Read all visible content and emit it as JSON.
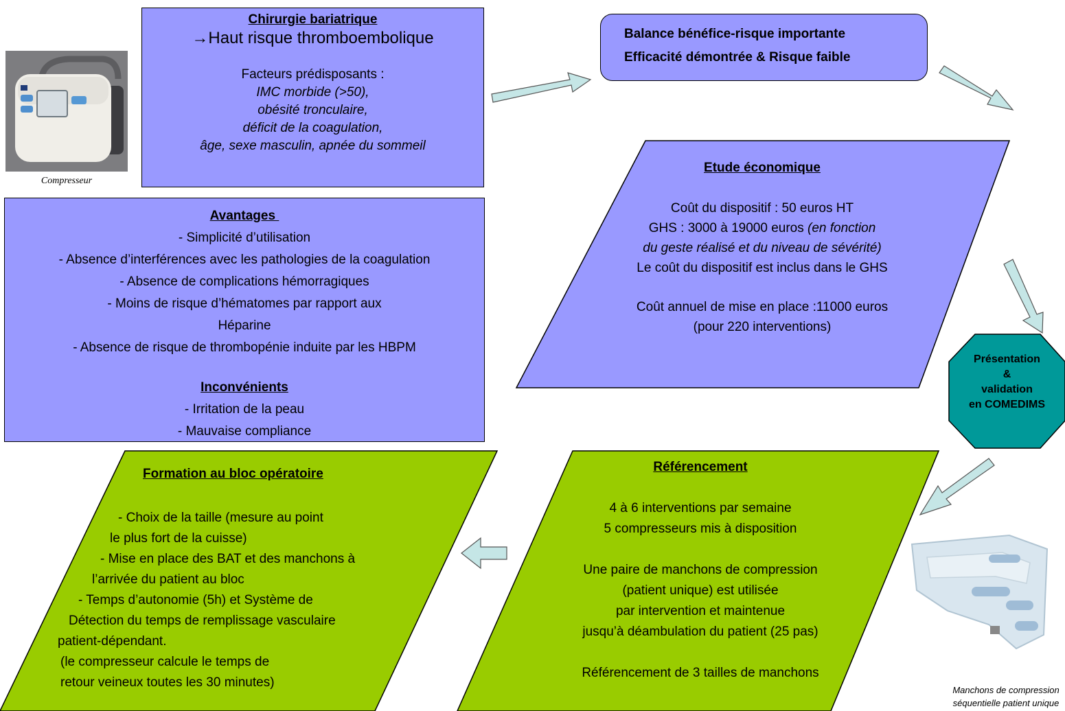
{
  "colors": {
    "blue": "#9999ff",
    "green": "#99cc00",
    "teal": "#009999",
    "arrow": "#c5e6e6"
  },
  "compressor": {
    "caption": "Compresseur"
  },
  "chirurgie": {
    "title": "Chirurgie bariatrique",
    "headline": "→Haut risque thromboembolique",
    "factors_label": "Facteurs prédisposants :",
    "factors": [
      "IMC morbide (>50),",
      "obésité tronculaire,",
      "déficit de la coagulation,",
      "âge, sexe masculin, apnée du sommeil"
    ]
  },
  "balance": {
    "line1": "Balance bénéfice-risque importante",
    "line2": "Efficacité démontrée & Risque faible"
  },
  "avantages": {
    "title": "Avantages ",
    "items": [
      "- Simplicité d’utilisation",
      "- Absence d’interférences avec les pathologies de la coagulation",
      "- Absence de complications hémorragiques",
      "- Moins de risque d’hématomes par rapport aux",
      "Héparine",
      "- Absence de risque de thrombopénie induite par les HBPM"
    ],
    "inconvenients_title": "Inconvénients",
    "inconvenients": [
      "- Irritation de la peau",
      "- Mauvaise compliance"
    ]
  },
  "etude": {
    "title": "Etude économique",
    "cout": "Coût du dispositif : 50 euros HT",
    "ghs": "GHS : 3000 à 19000 euros ",
    "ghs_note_1": "(en fonction",
    "ghs_note_2": "du geste réalisé et du niveau de sévérité)",
    "inclus": "Le coût du dispositif est inclus dans le GHS",
    "annuel": "Coût annuel de mise en place :11000 euros",
    "interventions": "(pour 220 interventions)"
  },
  "comedims": {
    "lines": [
      "Présentation",
      "&",
      "validation",
      "en COMEDIMS"
    ]
  },
  "referencement": {
    "title": "Référencement",
    "lines": [
      "4 à 6 interventions par semaine",
      "5 compresseurs mis à disposition",
      "",
      "Une paire de manchons de compression",
      "(patient unique) est utilisée",
      "par intervention et maintenue",
      "jusqu’à déambulation  du patient (25 pas)",
      "",
      "Référencement de 3 tailles de manchons"
    ]
  },
  "formation": {
    "title": "Formation au bloc opératoire",
    "lines": [
      "- Choix de la taille (mesure au point",
      "le plus fort de la cuisse)",
      "- Mise en place des BAT et des manchons à",
      "l’arrivée du patient au bloc",
      "- Temps d’autonomie (5h) et Système de",
      "Détection du temps de remplissage vasculaire",
      "patient-dépendant.",
      "(le compresseur calcule le temps de",
      "retour veineux toutes les 30 minutes)"
    ]
  },
  "manchons": {
    "caption_1": "Manchons de compression",
    "caption_2": "séquentielle patient unique"
  }
}
